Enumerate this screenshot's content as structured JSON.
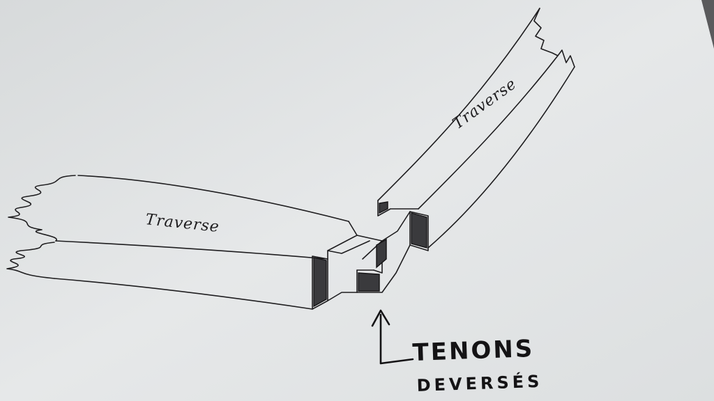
{
  "diagram": {
    "labels": {
      "beam_left": "Traverse",
      "beam_right": "Traverse",
      "callout_line1": "TENONS",
      "callout_line2": "DEVERSÉS"
    },
    "colors": {
      "paper": "#e4e6e7",
      "paper_shadow": "#c9cccd",
      "ink": "#1e1d1f"
    }
  }
}
